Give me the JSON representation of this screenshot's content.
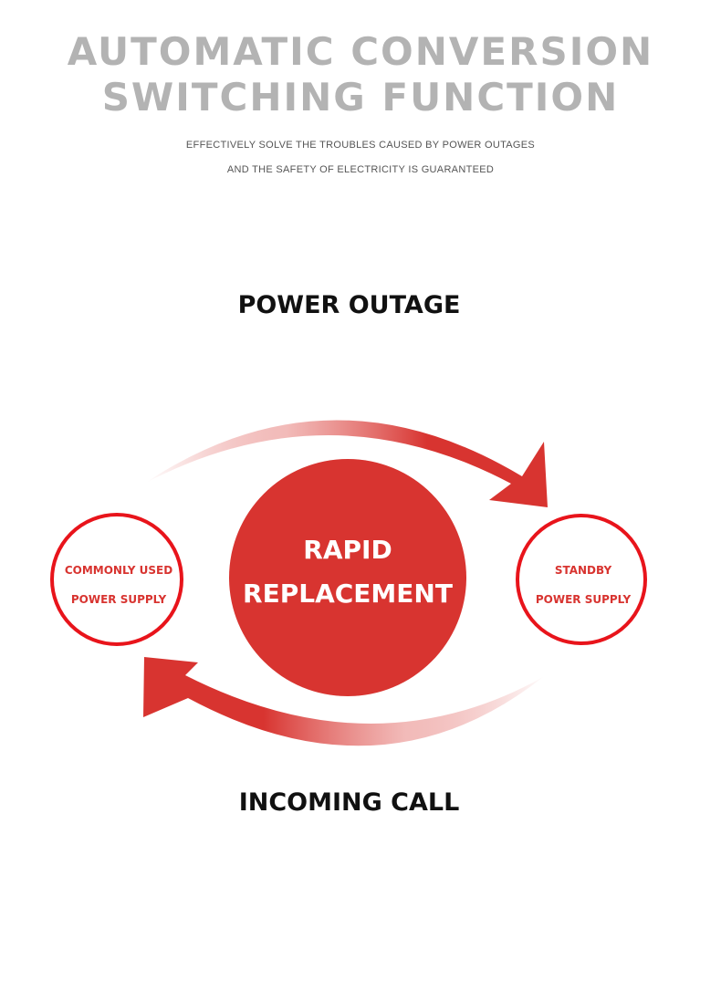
{
  "header": {
    "title_line1": "AUTOMATIC CONVERSION",
    "title_line2": "SWITCHING FUNCTION",
    "subtitle_line1": "EFFECTIVELY SOLVE THE TROUBLES CAUSED BY POWER OUTAGES",
    "subtitle_line2": "AND THE SAFETY OF ELECTRICITY IS GUARANTEED"
  },
  "diagram": {
    "top_label": "POWER OUTAGE",
    "bottom_label": "INCOMING CALL",
    "center": {
      "line1": "RAPID",
      "line2": "REPLACEMENT"
    },
    "left_node": {
      "line1": "COMMONLY USED",
      "line2": "POWER SUPPLY"
    },
    "right_node": {
      "line1": "STANDBY",
      "line2": "POWER SUPPLY"
    }
  },
  "colors": {
    "accent": "#d83430",
    "ring": "#e8141b",
    "title_gray": "#b3b3b3"
  }
}
